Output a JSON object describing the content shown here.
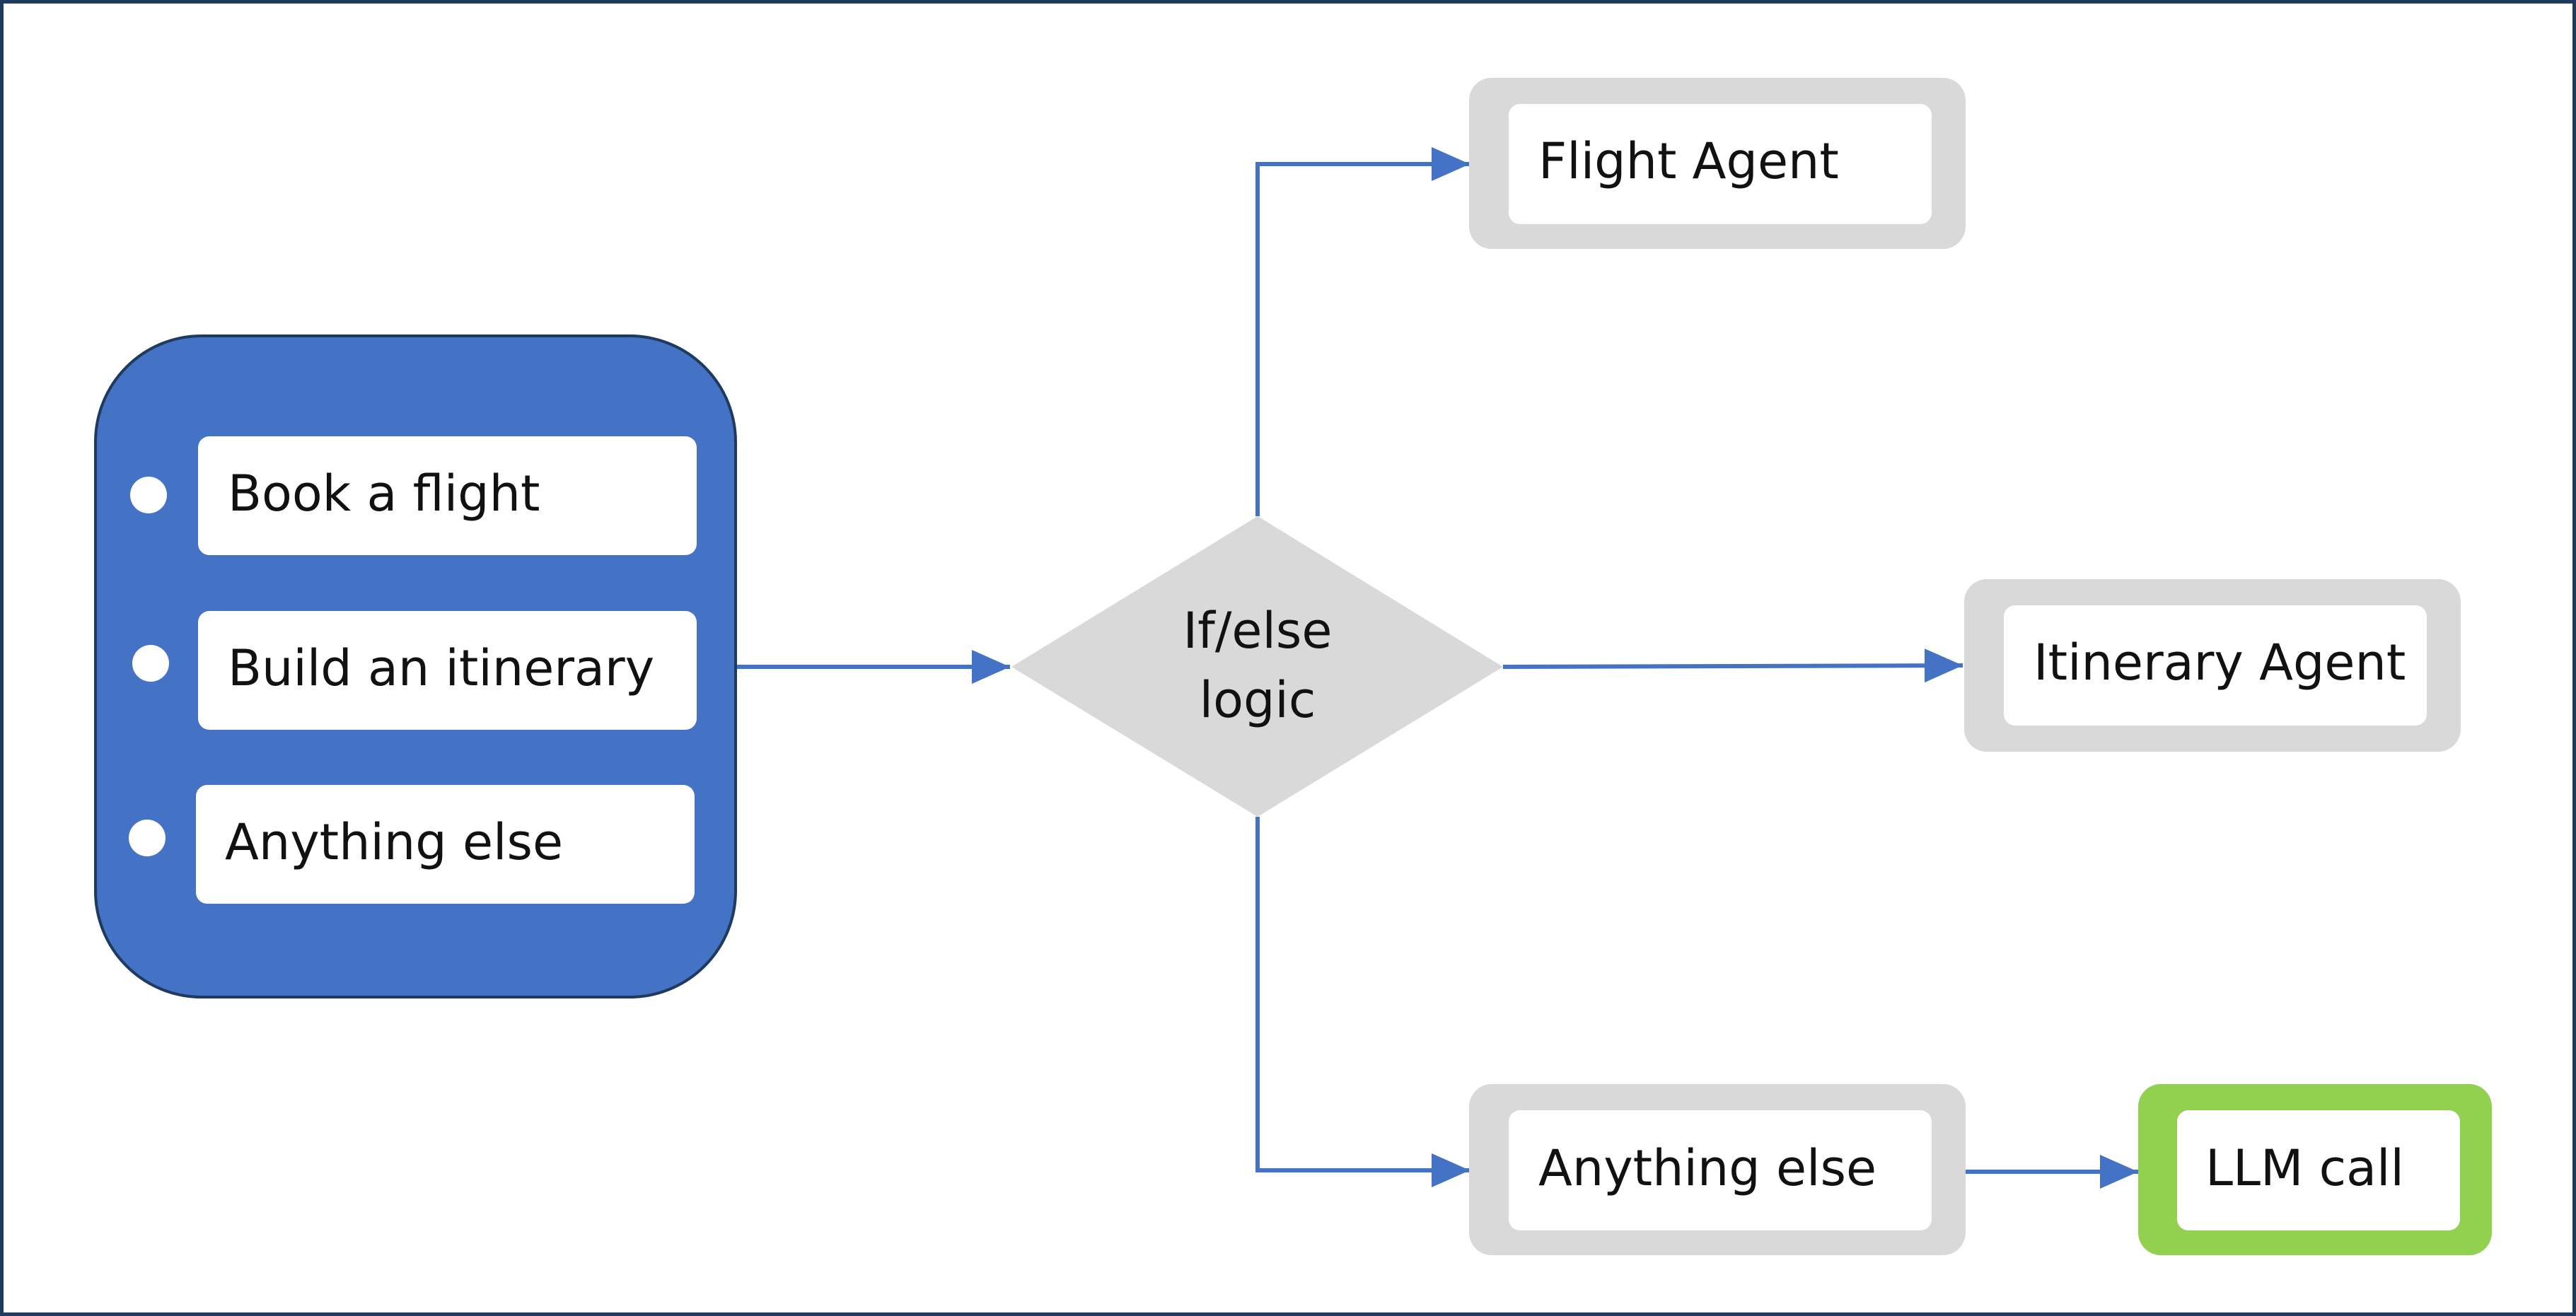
{
  "colors": {
    "frame_border": "#1f3a5f",
    "source_panel_fill": "#4472c4",
    "source_panel_border": "#1f3a5f",
    "bullet": "#ffffff",
    "item_fill": "#ffffff",
    "decision_fill": "#d9d9d9",
    "agent_outer": "#d9d9d9",
    "agent_inner": "#ffffff",
    "llm_outer": "#92d050",
    "arrow": "#4472c4",
    "text": "#111111"
  },
  "source": {
    "items": [
      {
        "label": "Book a flight"
      },
      {
        "label": "Build an itinerary"
      },
      {
        "label": "Anything else"
      }
    ]
  },
  "decision": {
    "line1": "If/else",
    "line2": "logic"
  },
  "targets": {
    "flight_agent": "Flight Agent",
    "itinerary_agent": "Itinerary Agent",
    "anything_else": "Anything else",
    "llm_call": "LLM call"
  }
}
